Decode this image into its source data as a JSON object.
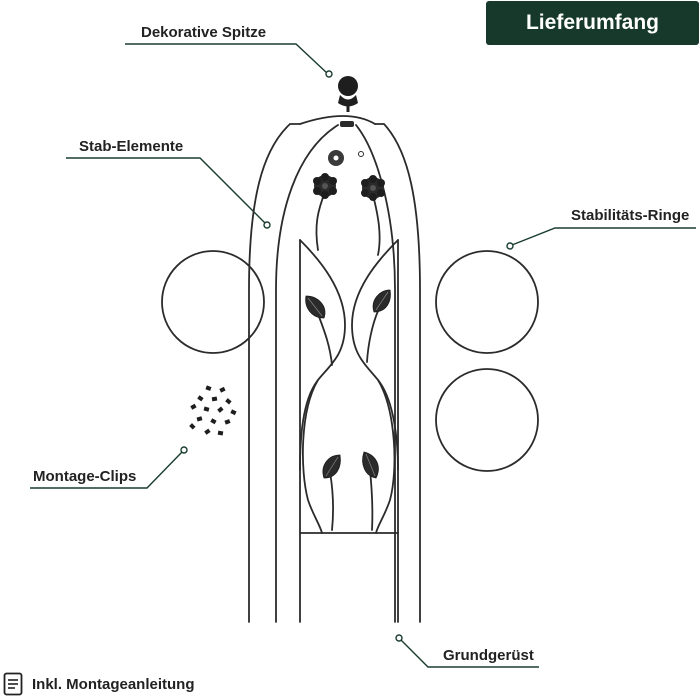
{
  "header": {
    "title": "Lieferumfang"
  },
  "colors": {
    "badge_bg": "#17392b",
    "line": "#1a3d2e",
    "metal": "#2b2b2b"
  },
  "labels": {
    "finial": "Dekorative Spitze",
    "rods": "Stab-Elemente",
    "rings": "Stabilitäts-Ringe",
    "clips": "Montage-Clips",
    "frame": "Grundgerüst"
  },
  "footer": {
    "manual": "Inkl. Montageanleitung",
    "icon": "document-icon"
  }
}
